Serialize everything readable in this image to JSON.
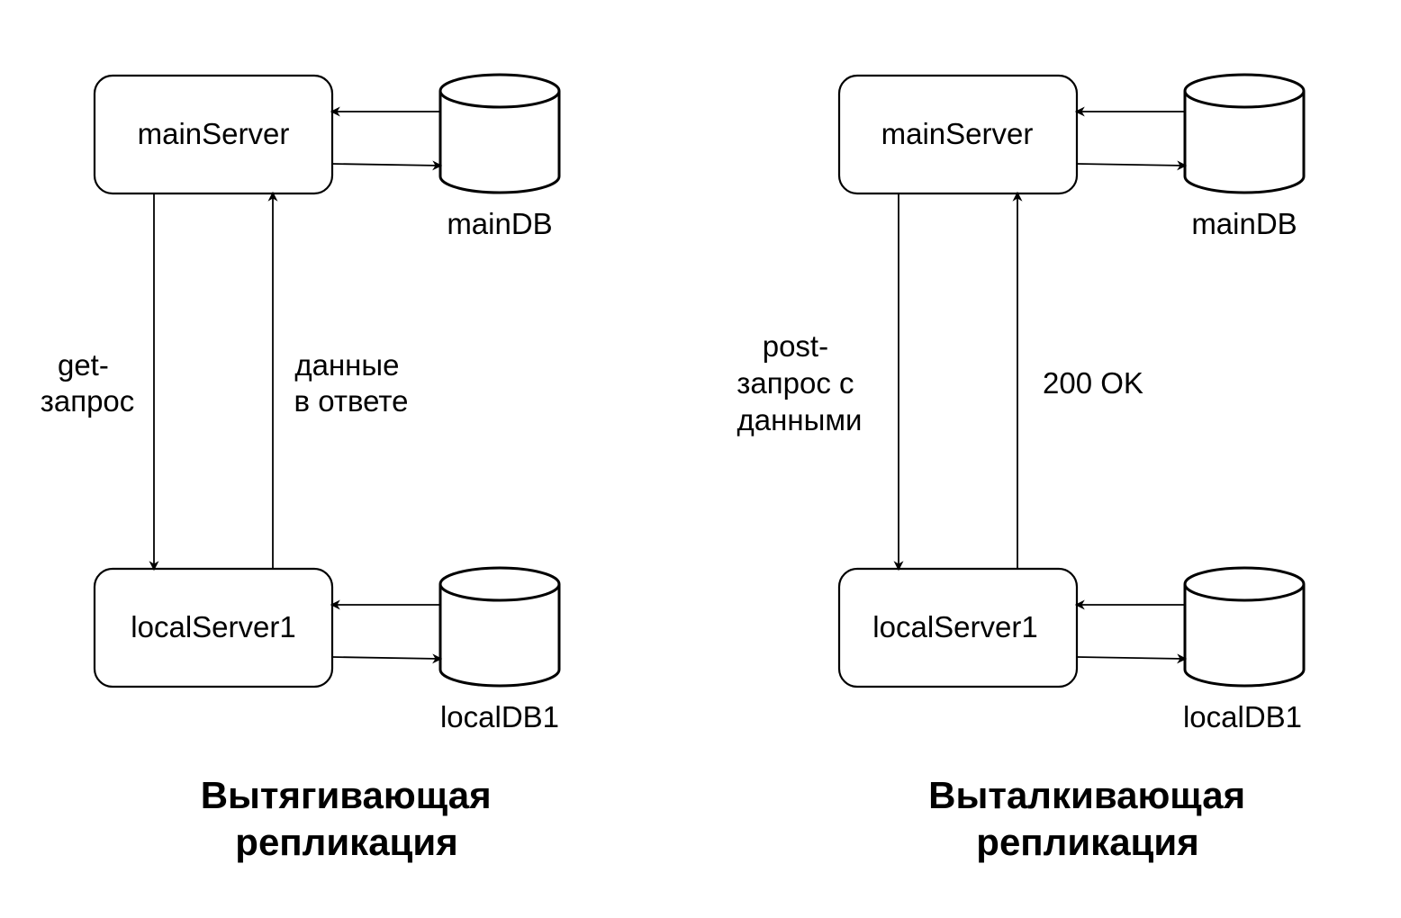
{
  "left_diagram": {
    "server_top": "mainServer",
    "server_bottom": "localServer1",
    "db_top": "mainDB",
    "db_bottom": "localDB1",
    "request_label": [
      "get-",
      "запрос"
    ],
    "response_label": [
      "данные",
      "в ответе"
    ],
    "title": [
      "Вытягивающая",
      "репликация"
    ]
  },
  "right_diagram": {
    "server_top": "mainServer",
    "server_bottom": "localServer1",
    "db_top": "mainDB",
    "db_bottom": "localDB1",
    "request_label": [
      "post-",
      "запрос с",
      "данными"
    ],
    "response_label": [
      "200 OK"
    ],
    "title": [
      "Выталкивающая",
      "репликация"
    ]
  }
}
